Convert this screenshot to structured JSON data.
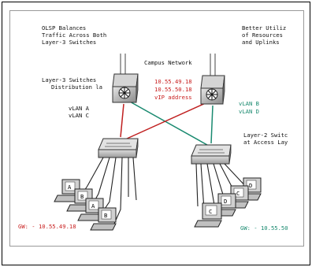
{
  "labels": {
    "top_left_1": "OLSP Balances",
    "top_left_2": "Traffic Across Both",
    "top_left_3": "Layer-3 Switches",
    "top_right_1": "Better Utiliz",
    "top_right_2": "of Resources",
    "top_right_3": "and Uplinks",
    "campus_network": "Campus Network",
    "l3_left_1": "Layer-3 Switches",
    "l3_left_2": "Distribution la",
    "ip_1": "10.55.49.18",
    "ip_2": "10.55.50.18",
    "vip": "vIP address",
    "vlan_left_1": "vLAN A",
    "vlan_left_2": "vLAN C",
    "vlan_right_1": "vLAN B",
    "vlan_right_2": "vLAN D",
    "l2_right_1": "Layer-2 Switc",
    "l2_right_2": "at Access Lay",
    "gw_left": "GW: - 10.55.49.18",
    "gw_right": "GW: - 10.55.50",
    "pc_left": [
      "A",
      "B",
      "A",
      "B"
    ],
    "pc_right": [
      "C",
      "D",
      "C",
      "D"
    ]
  },
  "colors": {
    "red_link": "#c02020",
    "green_link": "#1a8a70",
    "red_text": "#c81e1e",
    "green_text": "#1a8a70"
  }
}
